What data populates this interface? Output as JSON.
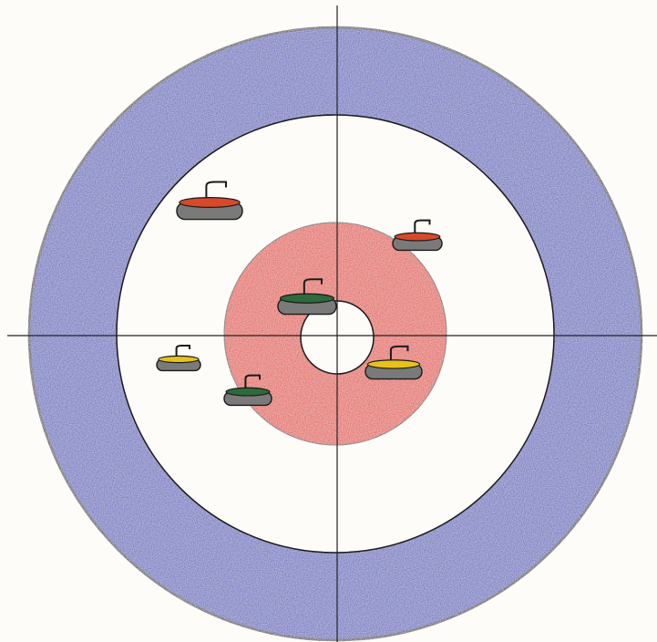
{
  "drawing": {
    "subject": "curling house",
    "rings": [
      {
        "name": "12-foot",
        "color": "#4a52b8"
      },
      {
        "name": "8-foot",
        "color": "#fdfcf8"
      },
      {
        "name": "4-foot",
        "color": "#e0341c"
      },
      {
        "name": "button",
        "color": "#fdfcf8"
      }
    ],
    "stones": [
      {
        "team": "red",
        "handle_color": "#d8482a"
      },
      {
        "team": "red",
        "handle_color": "#d8482a"
      },
      {
        "team": "green",
        "handle_color": "#2e6a3c"
      },
      {
        "team": "yellow",
        "handle_color": "#e6c21a"
      },
      {
        "team": "yellow",
        "handle_color": "#e6c21a"
      },
      {
        "team": "green",
        "handle_color": "#2e6a3c"
      }
    ],
    "stone_body_color": "#7a7a7a",
    "outline_color": "#1a1a1a",
    "line_color": "#222222"
  }
}
